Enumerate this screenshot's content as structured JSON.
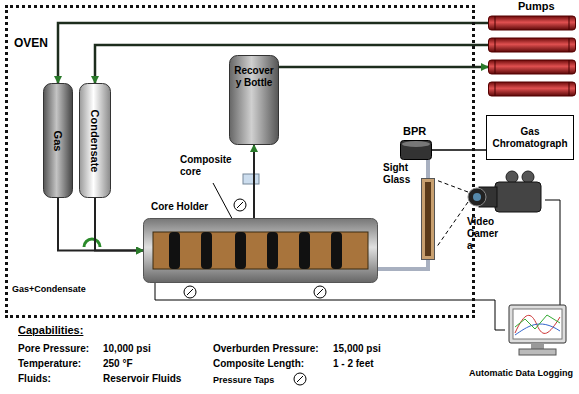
{
  "diagram": {
    "nodes": [
      {
        "text": [
          "OVEN"
        ]
      },
      {
        "text": [
          "Pumps"
        ]
      },
      {
        "text": [
          "Gas"
        ],
        "in": 0
      },
      {
        "text": [
          "Condensate"
        ],
        "in": 0
      },
      {
        "text": [
          "Core Holder"
        ],
        "in": 0
      },
      {
        "text": [
          "Recover y Bottle"
        ],
        "in": 0
      },
      {
        "text": [
          "BPR"
        ],
        "in": 0
      },
      {
        "text": [
          "Sight Glass"
        ],
        "in": 0
      },
      {
        "text": [
          "Gas Chromatograph"
        ]
      },
      {
        "text": [
          "Video Camer a"
        ]
      },
      {
        "text": [
          "Automatic Data Logging"
        ]
      }
    ],
    "edges": [
      {
        "from": 1,
        "to": 2,
        "arrow": "to"
      },
      {
        "from": 1,
        "to": 3,
        "arrow": "to"
      },
      {
        "from": 5,
        "to": 1,
        "arrow": "to"
      },
      {
        "from": 2,
        "to": 4,
        "arrow": "to",
        "label": "Gas+Condensate"
      },
      {
        "from": 3,
        "to": 4,
        "arrow": "to"
      },
      {
        "from": 4,
        "to": 5,
        "arrow": "to"
      },
      {
        "from": 4,
        "to": 7,
        "arrow": "none"
      },
      {
        "from": 7,
        "to": 6,
        "arrow": "none"
      },
      {
        "from": 6,
        "to": 8,
        "arrow": "none"
      },
      {
        "from": 9,
        "to": 10,
        "arrow": "none"
      },
      {
        "from": 4,
        "to": 10,
        "arrow": "none"
      }
    ],
    "labels": [
      "Composite core",
      "Capabilities:",
      "Pore Pressure:",
      "10,000 psi",
      "Overburden Pressure:",
      "15,000 psi",
      "Temperature:",
      "250 °F",
      "Composite Length:",
      "1 - 2 feet",
      "Fluids:",
      "Reservoir Fluids",
      "Pressure Taps"
    ]
  }
}
